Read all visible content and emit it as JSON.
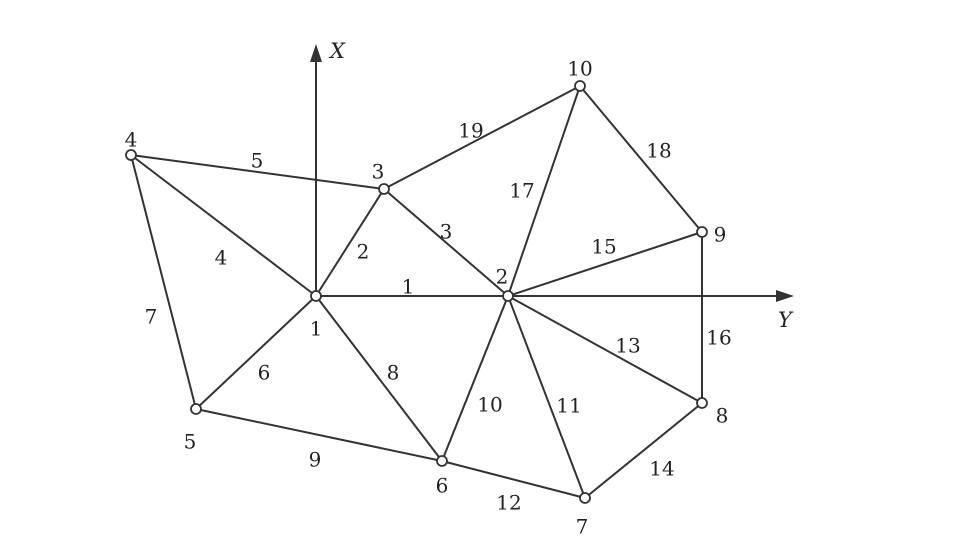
{
  "axes": {
    "x_label": "X",
    "y_label": "Y"
  },
  "nodes": [
    {
      "id": "1",
      "label": "1"
    },
    {
      "id": "2",
      "label": "2"
    },
    {
      "id": "3",
      "label": "3"
    },
    {
      "id": "4",
      "label": "4"
    },
    {
      "id": "5",
      "label": "5"
    },
    {
      "id": "6",
      "label": "6"
    },
    {
      "id": "7",
      "label": "7"
    },
    {
      "id": "8",
      "label": "8"
    },
    {
      "id": "9",
      "label": "9"
    },
    {
      "id": "10",
      "label": "10"
    }
  ],
  "edges": [
    {
      "id": "1",
      "label": "1",
      "from": "1",
      "to": "2"
    },
    {
      "id": "2",
      "label": "2",
      "from": "1",
      "to": "3"
    },
    {
      "id": "3",
      "label": "3",
      "from": "3",
      "to": "2"
    },
    {
      "id": "4",
      "label": "4",
      "from": "4",
      "to": "1"
    },
    {
      "id": "5",
      "label": "5",
      "from": "4",
      "to": "3"
    },
    {
      "id": "6",
      "label": "6",
      "from": "5",
      "to": "1"
    },
    {
      "id": "7",
      "label": "7",
      "from": "4",
      "to": "5"
    },
    {
      "id": "8",
      "label": "8",
      "from": "1",
      "to": "6"
    },
    {
      "id": "9",
      "label": "9",
      "from": "5",
      "to": "6"
    },
    {
      "id": "10",
      "label": "10",
      "from": "6",
      "to": "2"
    },
    {
      "id": "11",
      "label": "11",
      "from": "2",
      "to": "7"
    },
    {
      "id": "12",
      "label": "12",
      "from": "6",
      "to": "7"
    },
    {
      "id": "13",
      "label": "13",
      "from": "2",
      "to": "8"
    },
    {
      "id": "14",
      "label": "14",
      "from": "7",
      "to": "8"
    },
    {
      "id": "15",
      "label": "15",
      "from": "2",
      "to": "9"
    },
    {
      "id": "16",
      "label": "16",
      "from": "9",
      "to": "8"
    },
    {
      "id": "17",
      "label": "17",
      "from": "2",
      "to": "10"
    },
    {
      "id": "18",
      "label": "18",
      "from": "10",
      "to": "9"
    },
    {
      "id": "19",
      "label": "19",
      "from": "3",
      "to": "10"
    }
  ]
}
